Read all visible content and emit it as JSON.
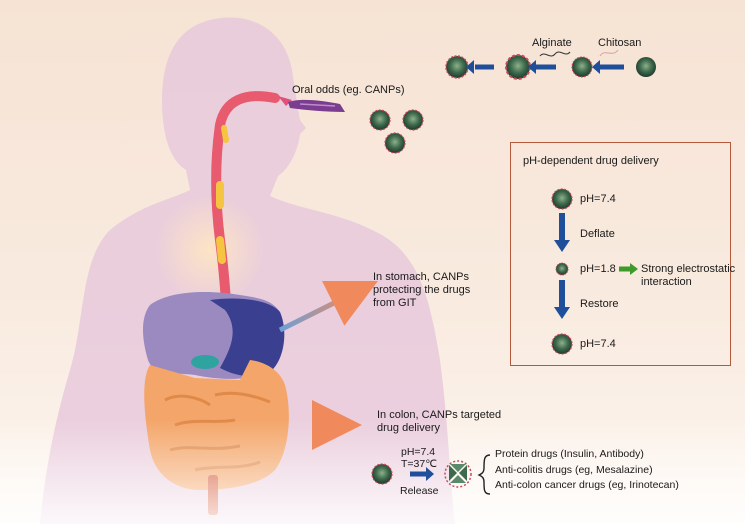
{
  "synthesis": {
    "alginate_label": "Alginate",
    "chitosan_label": "Chitosan"
  },
  "oral": {
    "label": "Oral odds (eg. CANPs)"
  },
  "stomach": {
    "label_line1": "In stomach, CANPs",
    "label_line2": "protecting the drugs",
    "label_line3": "from GIT"
  },
  "colon": {
    "label_line1": "In colon, CANPs targeted",
    "label_line2": "drug delivery"
  },
  "ph_panel": {
    "title": "pH-dependent drug delivery",
    "ph_start": "pH=7.4",
    "deflate": "Deflate",
    "ph_acid": "pH=1.8",
    "interaction_line1": "Strong electrostatic",
    "interaction_line2": "interaction",
    "restore": "Restore",
    "ph_end": "pH=7.4"
  },
  "release": {
    "ph": "pH=7.4",
    "temp": "T=37℃",
    "label": "Release",
    "drugs": [
      "Protein drugs (Insulin, Antibody)",
      "Anti-colitis drugs (eg, Mesalazine)",
      "Anti-colon cancer drugs (eg, Irinotecan)"
    ]
  },
  "colors": {
    "body": "#e8c9dc",
    "esophagus": "#e85a6e",
    "stomach": "#3a3f8f",
    "intestine": "#f4a66a",
    "arrow_blue": "#1f4f9a",
    "arrow_orange": "#f08a5d",
    "arrow_green": "#3f9a2c",
    "box_border": "#b35a3c"
  }
}
